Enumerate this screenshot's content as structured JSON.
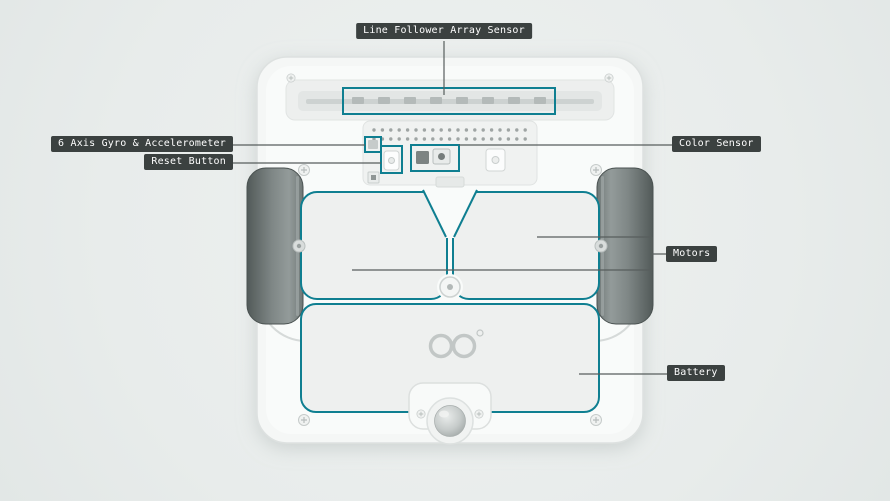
{
  "diagram": {
    "callouts": {
      "line_follower": {
        "label": "Line Follower Array Sensor"
      },
      "gyro": {
        "label": "6 Axis Gyro & Accelerometer"
      },
      "reset": {
        "label": "Reset Button"
      },
      "color_sensor": {
        "label": "Color Sensor"
      },
      "motors": {
        "label": "Motors"
      },
      "battery": {
        "label": "Battery"
      }
    },
    "colors": {
      "background": "#e8eceb",
      "robot_body": "#f6f8f7",
      "highlight": "#0f7f91",
      "label_background": "#3b4140",
      "label_text": "#ffffff",
      "leader_line": "#575e5d",
      "wheel": "#6b7372"
    }
  }
}
